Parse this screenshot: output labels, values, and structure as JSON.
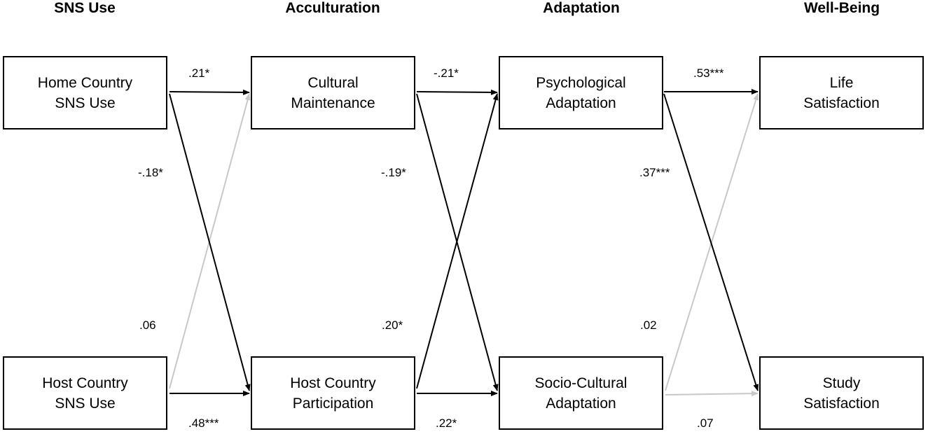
{
  "headers": {
    "sns_use": "SNS Use",
    "acculturation": "Acculturation",
    "adaptation": "Adaptation",
    "well_being": "Well-Being"
  },
  "nodes": {
    "home_sns": [
      "Home Country",
      "SNS Use"
    ],
    "host_sns": [
      "Host Country",
      "SNS Use"
    ],
    "cultural_maintenance": [
      "Cultural",
      "Maintenance"
    ],
    "host_participation": [
      "Host Country",
      "Participation"
    ],
    "psych_adaptation": [
      "Psychological",
      "Adaptation"
    ],
    "socio_adaptation": [
      "Socio-Cultural",
      "Adaptation"
    ],
    "life_satisfaction": [
      "Life",
      "Satisfaction"
    ],
    "study_satisfaction": [
      "Study",
      "Satisfaction"
    ]
  },
  "paths": [
    {
      "from": "Home Country SNS Use",
      "to": "Cultural Maintenance",
      "coefficient": ".21*",
      "significant": true
    },
    {
      "from": "Home Country SNS Use",
      "to": "Host Country Participation",
      "coefficient": "-.18*",
      "significant": true
    },
    {
      "from": "Host Country SNS Use",
      "to": "Cultural Maintenance",
      "coefficient": ".06",
      "significant": false
    },
    {
      "from": "Host Country SNS Use",
      "to": "Host Country Participation",
      "coefficient": ".48***",
      "significant": true
    },
    {
      "from": "Cultural Maintenance",
      "to": "Psychological Adaptation",
      "coefficient": "-.21*",
      "significant": true
    },
    {
      "from": "Cultural Maintenance",
      "to": "Socio-Cultural Adaptation",
      "coefficient": "-.19*",
      "significant": true
    },
    {
      "from": "Host Country Participation",
      "to": "Psychological Adaptation",
      "coefficient": ".20*",
      "significant": true
    },
    {
      "from": "Host Country Participation",
      "to": "Socio-Cultural Adaptation",
      "coefficient": ".22*",
      "significant": true
    },
    {
      "from": "Psychological Adaptation",
      "to": "Life Satisfaction",
      "coefficient": ".53***",
      "significant": true
    },
    {
      "from": "Psychological Adaptation",
      "to": "Study Satisfaction",
      "coefficient": ".37***",
      "significant": true
    },
    {
      "from": "Socio-Cultural Adaptation",
      "to": "Life Satisfaction",
      "coefficient": ".02",
      "significant": false
    },
    {
      "from": "Socio-Cultural Adaptation",
      "to": "Study Satisfaction",
      "coefficient": ".07",
      "significant": false
    }
  ],
  "colors": {
    "significant_path": "#000000",
    "nonsignificant_path": "#c8c8c8"
  }
}
